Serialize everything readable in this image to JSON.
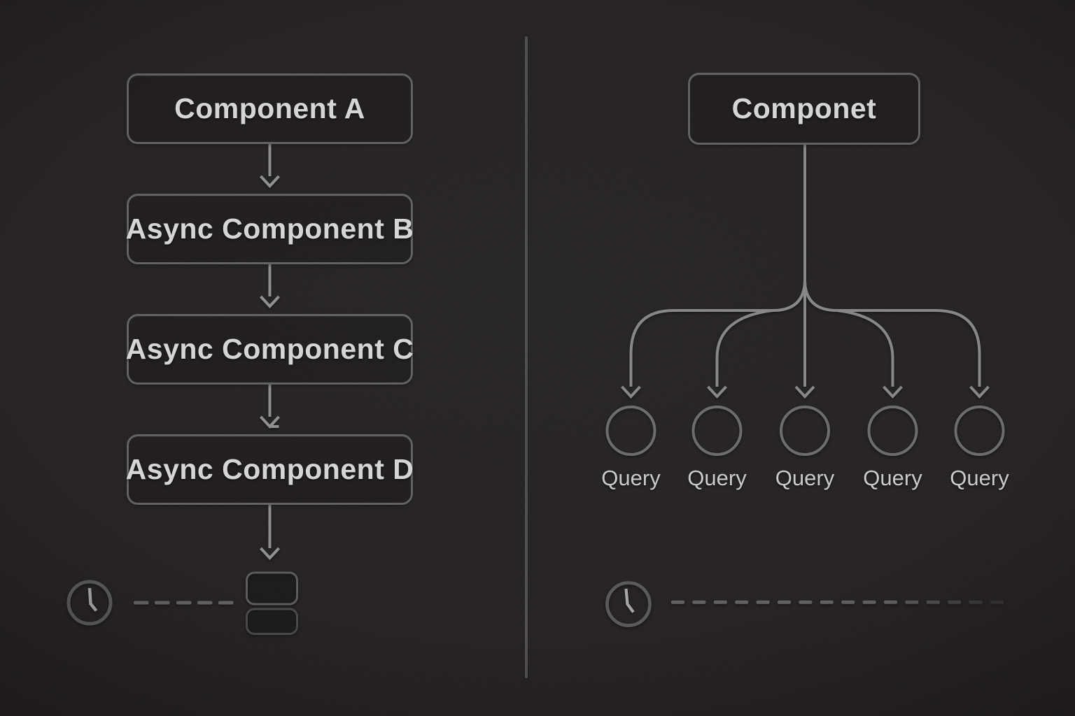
{
  "colors": {
    "background": "#232120",
    "node_border": "#606060",
    "node_text": "#d6d6d6",
    "connector": "#8f8f8f",
    "branch": "#868686",
    "circle_border": "#6b6b6b",
    "divider": "#4e4e4e",
    "dash": "#616161",
    "clock_ring": "#585858",
    "clock_hands": "#a6a6a6"
  },
  "left_panel": {
    "nodes": [
      {
        "label": "Component A"
      },
      {
        "label": "Async Component B"
      },
      {
        "label": "Async Component C"
      },
      {
        "label": "Async Component D"
      }
    ],
    "timeline": {
      "icon": "clock-icon",
      "dash_count": 5
    },
    "result_stack": {
      "blocks": 2
    }
  },
  "right_panel": {
    "root_node": {
      "label": "Componet"
    },
    "query_nodes": [
      {
        "label": "Query"
      },
      {
        "label": "Query"
      },
      {
        "label": "Query"
      },
      {
        "label": "Query"
      },
      {
        "label": "Query"
      }
    ],
    "timeline": {
      "icon": "clock-icon",
      "dash_count": 16
    }
  }
}
